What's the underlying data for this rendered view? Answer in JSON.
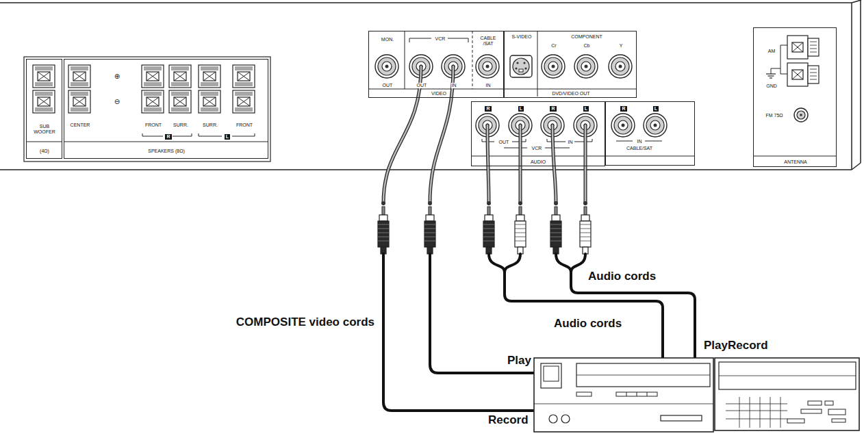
{
  "diagram": {
    "nodes": [
      {
        "text": [
          "SUB WOOFER",
          "(4Ω)"
        ]
      },
      {
        "text": [
          "CENTER",
          "⊕",
          "⊖",
          "FRONT",
          "SURR.",
          "R",
          "SURR.",
          "FRONT",
          "L",
          "SPEAKERS (8Ω)"
        ]
      },
      {
        "text": [
          "MON.",
          "VCR",
          "CABLE /SAT",
          "OUT",
          "OUT",
          "IN",
          "IN",
          "VIDEO"
        ]
      },
      {
        "text": [
          "S-VIDEO",
          "COMPONENT",
          "Cr",
          "Cb",
          "Y",
          "DVD/VIDEO OUT"
        ]
      },
      {
        "text": [
          "R",
          "L",
          "R",
          "L",
          "OUT",
          "VCR",
          "IN",
          "AUDIO"
        ]
      },
      {
        "text": [
          "R",
          "L",
          "IN",
          "CABLE/SAT"
        ]
      },
      {
        "text": [
          "AM",
          "GND",
          "FM 75Ω",
          "ANTENNA"
        ]
      }
    ],
    "labels": [
      "Audio cords",
      "COMPOSITE video cords",
      "Audio cords",
      "PlayRecord",
      "Play",
      "Record"
    ]
  }
}
